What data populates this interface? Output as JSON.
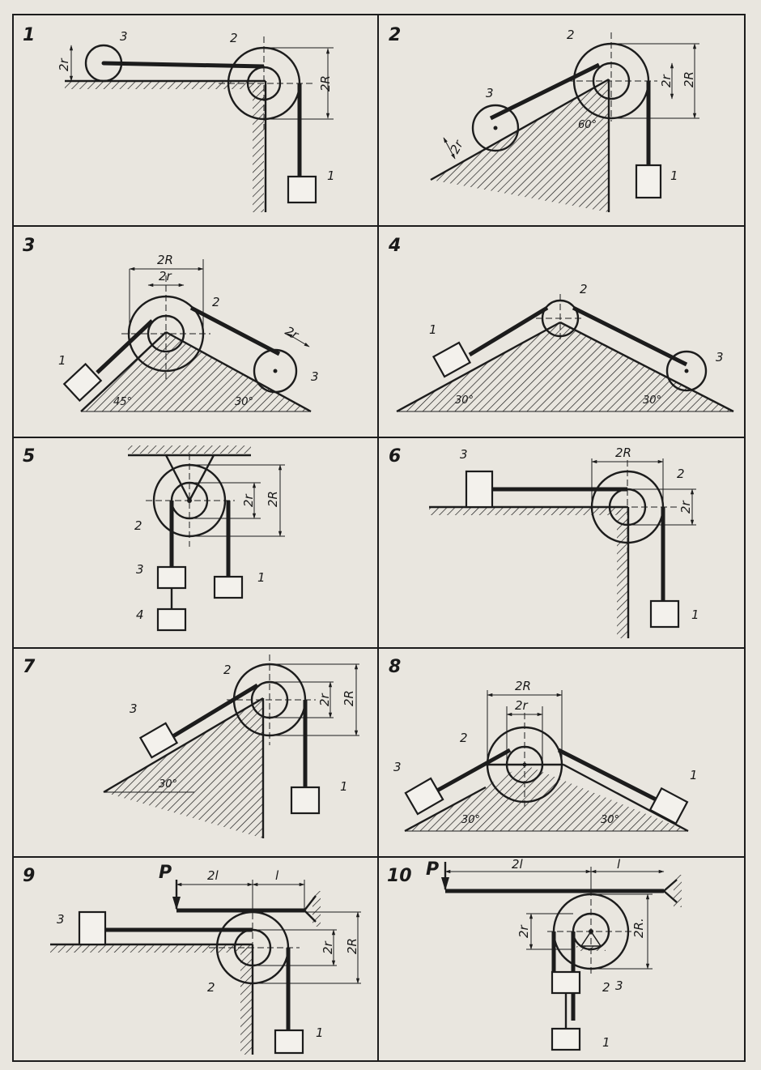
{
  "panels": [
    {
      "num": "1",
      "labels": {
        "l1": "1",
        "l2": "2",
        "l3": "3",
        "d2r": "2r",
        "d2R": "2R"
      }
    },
    {
      "num": "2",
      "labels": {
        "l1": "1",
        "l2": "2",
        "l3": "3",
        "d2r": "2r",
        "d2R": "2R",
        "d2r_b": "2r",
        "angle": "60°"
      }
    },
    {
      "num": "3",
      "labels": {
        "l1": "1",
        "l2": "2",
        "l3": "3",
        "d2R": "2R",
        "d2r": "2r",
        "d2r_b": "2r",
        "angle_a": "45°",
        "angle_b": "30°"
      }
    },
    {
      "num": "4",
      "labels": {
        "l1": "1",
        "l2": "2",
        "l3": "3",
        "angle_a": "30°",
        "angle_b": "30°"
      }
    },
    {
      "num": "5",
      "labels": {
        "l1": "1",
        "l2": "2",
        "l3": "3",
        "l4": "4",
        "d2r": "2r",
        "d2R": "2R"
      }
    },
    {
      "num": "6",
      "labels": {
        "l1": "1",
        "l2": "2",
        "l3": "3",
        "d2R": "2R",
        "d2r": "2r"
      }
    },
    {
      "num": "7",
      "labels": {
        "l1": "1",
        "l2": "2",
        "l3": "3",
        "d2r": "2r",
        "d2R": "2R",
        "angle": "30°"
      }
    },
    {
      "num": "8",
      "labels": {
        "l1": "1",
        "l2": "2",
        "l3": "3",
        "d2R": "2R",
        "d2r": "2r",
        "angle_a": "30°",
        "angle_b": "30°"
      }
    },
    {
      "num": "9",
      "labels": {
        "l1": "1",
        "l2": "2",
        "l3": "3",
        "P": "P",
        "d2l": "2l",
        "dl": "l",
        "d2r": "2r",
        "d2R": "2R"
      }
    },
    {
      "num": "10",
      "labels": {
        "l1": "1",
        "l2": "2",
        "l3": "3",
        "P": "P",
        "d2l": "2l",
        "dl": "l",
        "d2r": "2r",
        "d2R": "2R."
      }
    }
  ]
}
